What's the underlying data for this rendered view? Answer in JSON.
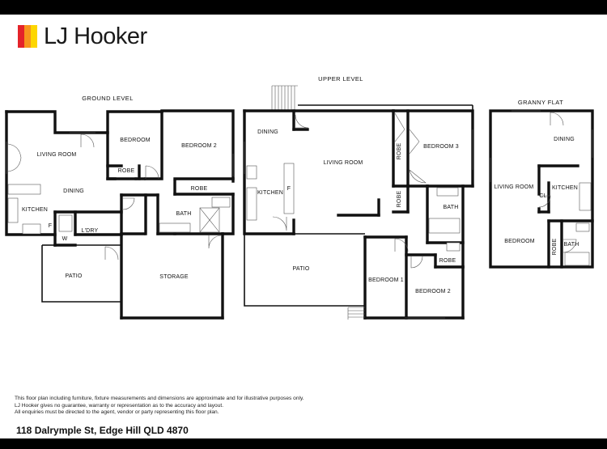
{
  "brand": {
    "name": "LJ Hooker",
    "bar_colors": [
      "#e4232a",
      "#f7941d",
      "#fdd600"
    ]
  },
  "levels": {
    "ground": {
      "title": "GROUND LEVEL",
      "rooms": {
        "living": "LIVING ROOM",
        "dining": "DINING",
        "kitchen": "KITCHEN",
        "bedroom": "BEDROOM",
        "bedroom2": "BEDROOM 2",
        "robe1": "ROBE",
        "robe2": "ROBE",
        "bath": "BATH",
        "ldry": "L'DRY",
        "fridge": "F",
        "washer": "W",
        "patio": "PATIO",
        "storage": "STORAGE"
      }
    },
    "upper": {
      "title": "UPPER LEVEL",
      "rooms": {
        "dining": "DINING",
        "living": "LIVING ROOM",
        "kitchen": "KITCHEN",
        "fridge": "F",
        "robe_left": "ROBE",
        "robe_mid": "ROBE",
        "robe_b2": "ROBE",
        "bedroom3": "BEDROOM 3",
        "bath": "BATH",
        "patio": "PATIO",
        "bedroom1": "BEDROOM 1",
        "bedroom2": "BEDROOM 2"
      }
    },
    "granny": {
      "title": "GRANNY FLAT",
      "rooms": {
        "dining": "DINING",
        "living": "LIVING ROOM",
        "kitchen": "KITCHEN",
        "cl": "CL",
        "bedroom": "BEDROOM",
        "robe": "ROBE",
        "bath": "BATH"
      }
    }
  },
  "disclaimer": [
    "This floor plan including furniture, fixture measurements and dimensions are approximate and for illustrative purposes only.",
    "LJ Hooker gives no guarantee, warranty or representation as to the accuracy and layout.",
    "All enquiries must be directed to the agent, vendor or party representing this floor plan."
  ],
  "address": "118 Dalrymple St, Edge Hill QLD 4870"
}
